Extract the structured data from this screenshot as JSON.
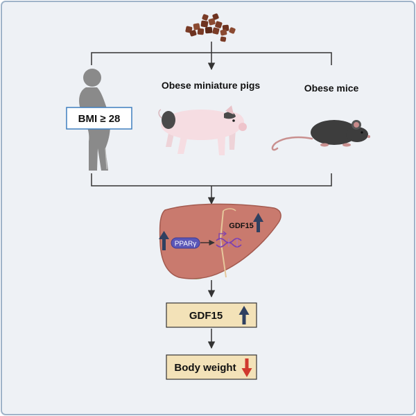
{
  "labels": {
    "bmi": "BMI ≥ 28",
    "pigs": "Obese miniature pigs",
    "mice": "Obese mice",
    "ppar": "PPARγ",
    "gene": "GDF15",
    "gdf15": "GDF15",
    "body_weight": "Body weight"
  },
  "colors": {
    "background": "#eef1f5",
    "liver": "#c97a6e",
    "liver_outline": "#a35a4f",
    "gallbladder": "#9ccf8f",
    "box_fill": "#f3e2b8",
    "box_border": "#333333",
    "up_arrow": "#2f4060",
    "down_arrow": "#d0392e",
    "ppar_fill": "#5b57b8",
    "dna": "#7b3fb0",
    "human": "#8a8a8a",
    "pig": "#f6dde2",
    "mouse": "#3d3d3d",
    "food": "#7a3b26"
  },
  "icons": [
    "food-pellets-icon",
    "obese-human-icon",
    "pig-icon",
    "mouse-icon",
    "liver-icon",
    "dna-icon",
    "up-arrow-icon",
    "down-arrow-icon"
  ]
}
